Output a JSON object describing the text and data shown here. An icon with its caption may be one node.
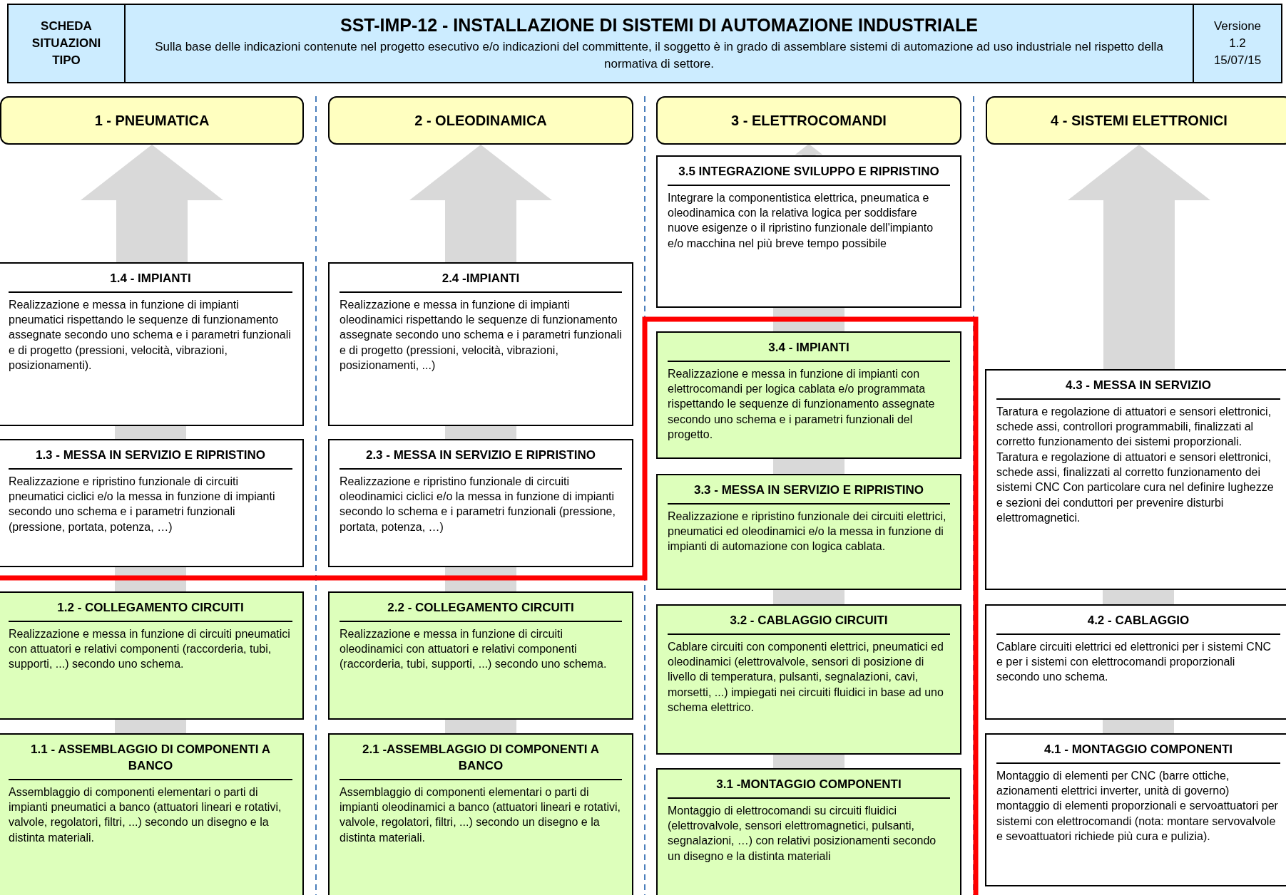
{
  "diagram": {
    "nodes": [
      {
        "text": [
          "SCHEDA SITUAZIONI TIPO"
        ]
      },
      {
        "text": [
          "SST-IMP-12  -  INSTALLAZIONE DI SISTEMI DI AUTOMAZIONE INDUSTRIALE",
          "Sulla base delle indicazioni contenute nel progetto esecutivo e/o indicazioni del committente, il soggetto è in grado di assemblare sistemi di automazione ad uso industriale nel rispetto della normativa di settore."
        ]
      },
      {
        "text": [
          "Versione 1.2 15/07/15"
        ]
      },
      {
        "text": [
          "1 - PNEUMATICA"
        ]
      },
      {
        "text": [
          "1.4 - IMPIANTI",
          "Realizzazione e messa in funzione di impianti pneumatici rispettando le sequenze di funzionamento assegnate secondo uno schema e i parametri funzionali e di progetto (pressioni, velocità, vibrazioni, posizionamenti)."
        ]
      },
      {
        "text": [
          "1.3 - MESSA IN SERVIZIO E RIPRISTINO",
          "Realizzazione e ripristino funzionale di circuiti pneumatici ciclici e/o la messa in funzione di impianti secondo uno schema e i parametri funzionali (pressione, portata, potenza, …)"
        ]
      },
      {
        "text": [
          "1.2 - COLLEGAMENTO CIRCUITI",
          "Realizzazione e messa in funzione di circuiti pneumatici con attuatori e relativi componenti (raccorderia, tubi, supporti, ...) secondo uno schema."
        ]
      },
      {
        "text": [
          "1.1 - ASSEMBLAGGIO DI COMPONENTI A BANCO",
          "Assemblaggio di componenti elementari o parti di impianti pneumatici a banco (attuatori lineari e rotativi, valvole, regolatori, filtri, ...) secondo un disegno e la distinta materiali."
        ]
      },
      {
        "text": [
          "2 - OLEODINAMICA"
        ]
      },
      {
        "text": [
          "2.4 -IMPIANTI",
          "Realizzazione e messa in funzione di impianti oleodinamici rispettando le sequenze di funzionamento assegnate secondo uno schema e i parametri funzionali e di progetto (pressioni, velocità, vibrazioni, posizionamenti, ...)"
        ]
      },
      {
        "text": [
          "2.3 - MESSA IN SERVIZIO E RIPRISTINO",
          "Realizzazione e ripristino funzionale di circuiti oleodinamici ciclici e/o la messa in funzione di impianti secondo lo schema e i parametri funzionali (pressione, portata, potenza, …)"
        ]
      },
      {
        "text": [
          "2.2 - COLLEGAMENTO CIRCUITI",
          "Realizzazione e messa in funzione di circuiti oleodinamici con attuatori e relativi componenti (raccorderia, tubi, supporti, ...) secondo uno schema."
        ]
      },
      {
        "text": [
          "2.1 -ASSEMBLAGGIO DI COMPONENTI A BANCO",
          "Assemblaggio di componenti elementari o parti di impianti oleodinamici a banco (attuatori lineari e rotativi, valvole, regolatori, filtri, ...) secondo un disegno e la distinta materiali."
        ]
      },
      {
        "text": [
          "3 - ELETTROCOMANDI"
        ]
      },
      {
        "text": [
          "3.5 INTEGRAZIONE SVILUPPO E RIPRISTINO",
          "Integrare la componentistica elettrica, pneumatica e oleodinamica con la relativa logica per soddisfare nuove esigenze o il ripristino funzionale dell'impianto e/o macchina nel più breve tempo possibile"
        ]
      },
      {
        "text": [
          "3.4 - IMPIANTI",
          "Realizzazione e messa in funzione di impianti con elettrocomandi per logica cablata e/o programmata rispettando le sequenze di funzionamento assegnate secondo uno schema e i parametri funzionali del progetto."
        ]
      },
      {
        "text": [
          "3.3 - MESSA IN SERVIZIO E RIPRISTINO",
          "Realizzazione e ripristino funzionale dei circuiti elettrici, pneumatici ed oleodinamici e/o la messa in funzione di impianti di automazione con logica cablata."
        ]
      },
      {
        "text": [
          "3.2 - CABLAGGIO CIRCUITI",
          "Cablare circuiti con componenti elettrici, pneumatici ed oleodinamici (elettrovalvole, sensori di posizione di livello di temperatura, pulsanti, segnalazioni, cavi, morsetti, ...) impiegati nei circuiti fluidici in base ad uno schema elettrico."
        ]
      },
      {
        "text": [
          "3.1 -MONTAGGIO COMPONENTI",
          "Montaggio di elettrocomandi su circuiti fluidici (elettrovalvole, sensori elettromagnetici, pulsanti, segnalazioni, …) con relativi posizionamenti secondo un disegno e la distinta materiali"
        ]
      },
      {
        "text": [
          "4 - SISTEMI ELETTRONICI"
        ]
      },
      {
        "text": [
          "4.3 - MESSA IN SERVIZIO",
          "Taratura e regolazione di attuatori e sensori elettronici, schede assi, controllori programmabili, finalizzati al corretto funzionamento dei sistemi proporzionali. Taratura e regolazione di attuatori e sensori elettronici, schede assi, finalizzati al corretto funzionamento dei sistemi CNC Con particolare cura nel definire lughezze e sezioni dei conduttori per prevenire disturbi elettromagnetici."
        ]
      },
      {
        "text": [
          "4.2 - CABLAGGIO",
          "Cablare circuiti elettrici ed elettronici per i sistemi CNC e per i sistemi con elettrocomandi proporzionali secondo uno schema."
        ]
      },
      {
        "text": [
          "4.1 - MONTAGGIO COMPONENTI",
          "Montaggio di elementi per CNC (barre ottiche, azionamenti elettrici inverter, unità di governo) montaggio di elementi proporzionali e servoattuatori per sistemi con elettrocomandi (nota: montare servovalvole e sevoattuatori richiede più cura e pulizia)."
        ]
      }
    ],
    "edges": [
      {
        "from": 7,
        "to": 6,
        "arrow": "none"
      },
      {
        "from": 6,
        "to": 5,
        "arrow": "none"
      },
      {
        "from": 5,
        "to": 4,
        "arrow": "none"
      },
      {
        "from": 4,
        "to": 3,
        "arrow": "to"
      },
      {
        "from": 12,
        "to": 11,
        "arrow": "none"
      },
      {
        "from": 11,
        "to": 10,
        "arrow": "none"
      },
      {
        "from": 10,
        "to": 9,
        "arrow": "none"
      },
      {
        "from": 9,
        "to": 8,
        "arrow": "to"
      },
      {
        "from": 18,
        "to": 17,
        "arrow": "none"
      },
      {
        "from": 17,
        "to": 16,
        "arrow": "none"
      },
      {
        "from": 16,
        "to": 15,
        "arrow": "none"
      },
      {
        "from": 15,
        "to": 14,
        "arrow": "none"
      },
      {
        "from": 14,
        "to": 13,
        "arrow": "to"
      },
      {
        "from": 22,
        "to": 21,
        "arrow": "none"
      },
      {
        "from": 21,
        "to": 20,
        "arrow": "none"
      },
      {
        "from": 20,
        "to": 19,
        "arrow": "to"
      }
    ]
  }
}
